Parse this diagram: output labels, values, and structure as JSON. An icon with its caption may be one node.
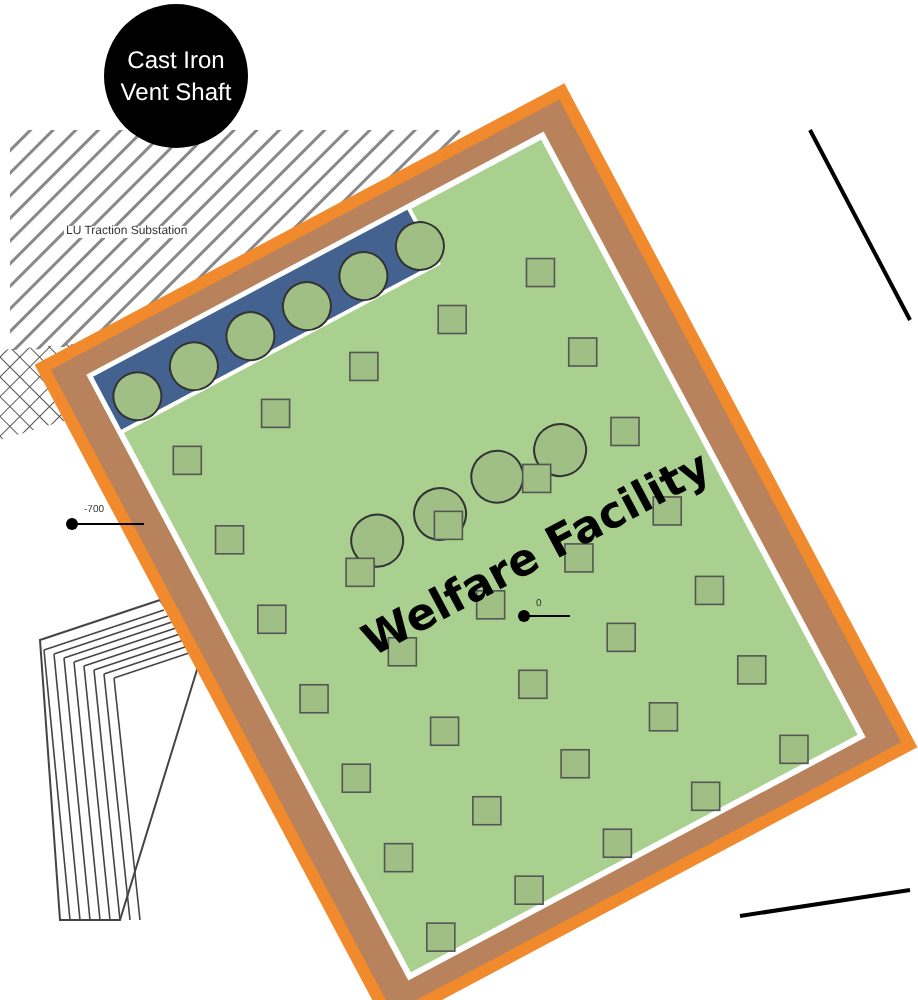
{
  "diagram": {
    "nodes": [
      {
        "text": [
          "Cast Iron Vent Shaft"
        ]
      }
    ],
    "edges": [],
    "labels": [
      "LU Traction Substation",
      "-700",
      "Welfare Facility",
      "0"
    ]
  }
}
